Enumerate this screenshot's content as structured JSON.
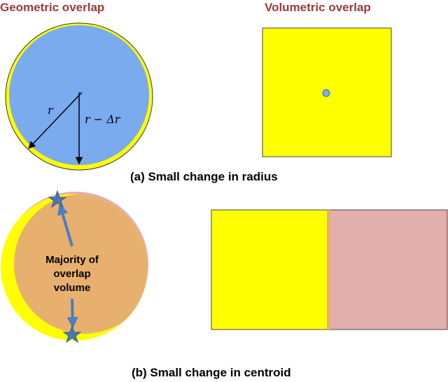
{
  "headers": {
    "geometric": "Geometric overlap",
    "volumetric": "Volumetric overlap"
  },
  "panel_a": {
    "caption": "(a) Small change in radius",
    "label_r": "r",
    "label_r_minus_dr": "r − Δr"
  },
  "panel_b": {
    "caption": "(b) Small change in centroid",
    "annotation_line1": "Majority of",
    "annotation_line2": "overlap",
    "annotation_line3": "volume"
  },
  "colors": {
    "header": "#9b3b3b",
    "yellow": "#ffff00",
    "blue": "#7aabef",
    "pink": "#e2aeae",
    "overlap": "#e8b06e",
    "star": "#4a78b6",
    "arrow": "#4a7fc0"
  }
}
